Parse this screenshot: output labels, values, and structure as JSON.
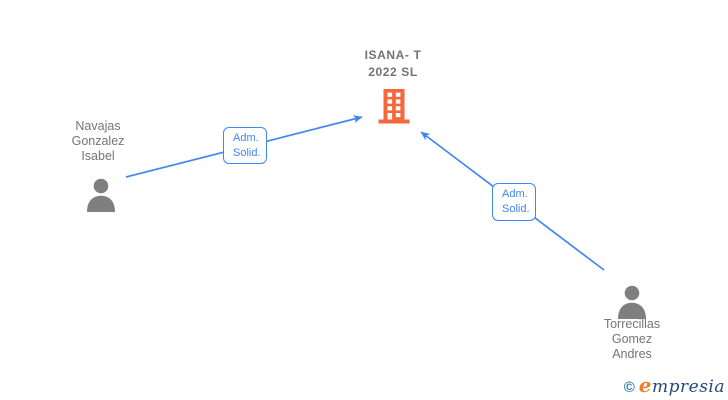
{
  "diagram": {
    "company": {
      "name": "ISANA-T 2022 SL",
      "display_lines": [
        "ISANA- T",
        "2022 SL"
      ],
      "icon": "building-icon",
      "icon_color": "#f4683c"
    },
    "persons": [
      {
        "name": "Navajas Gonzalez Isabel",
        "display_lines": [
          "Navajas",
          "Gonzalez",
          "Isabel"
        ],
        "icon": "person-icon",
        "icon_color": "#7f7f7f"
      },
      {
        "name": "Torrecillas Gomez Andres",
        "display_lines": [
          "Torrecillas",
          "Gomez",
          "Andres"
        ],
        "icon": "person-icon",
        "icon_color": "#7f7f7f"
      }
    ],
    "edges": [
      {
        "from": "Navajas Gonzalez Isabel",
        "to": "ISANA-T 2022 SL",
        "label_lines": [
          "Adm.",
          "Solid."
        ],
        "color": "#4285f4"
      },
      {
        "from": "Torrecillas Gomez Andres",
        "to": "ISANA-T 2022 SL",
        "label_lines": [
          "Adm.",
          "Solid."
        ],
        "color": "#4285f4"
      }
    ]
  },
  "footer": {
    "brand": "empresia",
    "copyright_symbol": "©",
    "brand_initial": "e",
    "brand_rest": "mpresia"
  },
  "colors": {
    "edge_blue": "#4285f4",
    "building_orange": "#f4683c",
    "icon_gray": "#7f7f7f",
    "text_gray": "#757575"
  }
}
